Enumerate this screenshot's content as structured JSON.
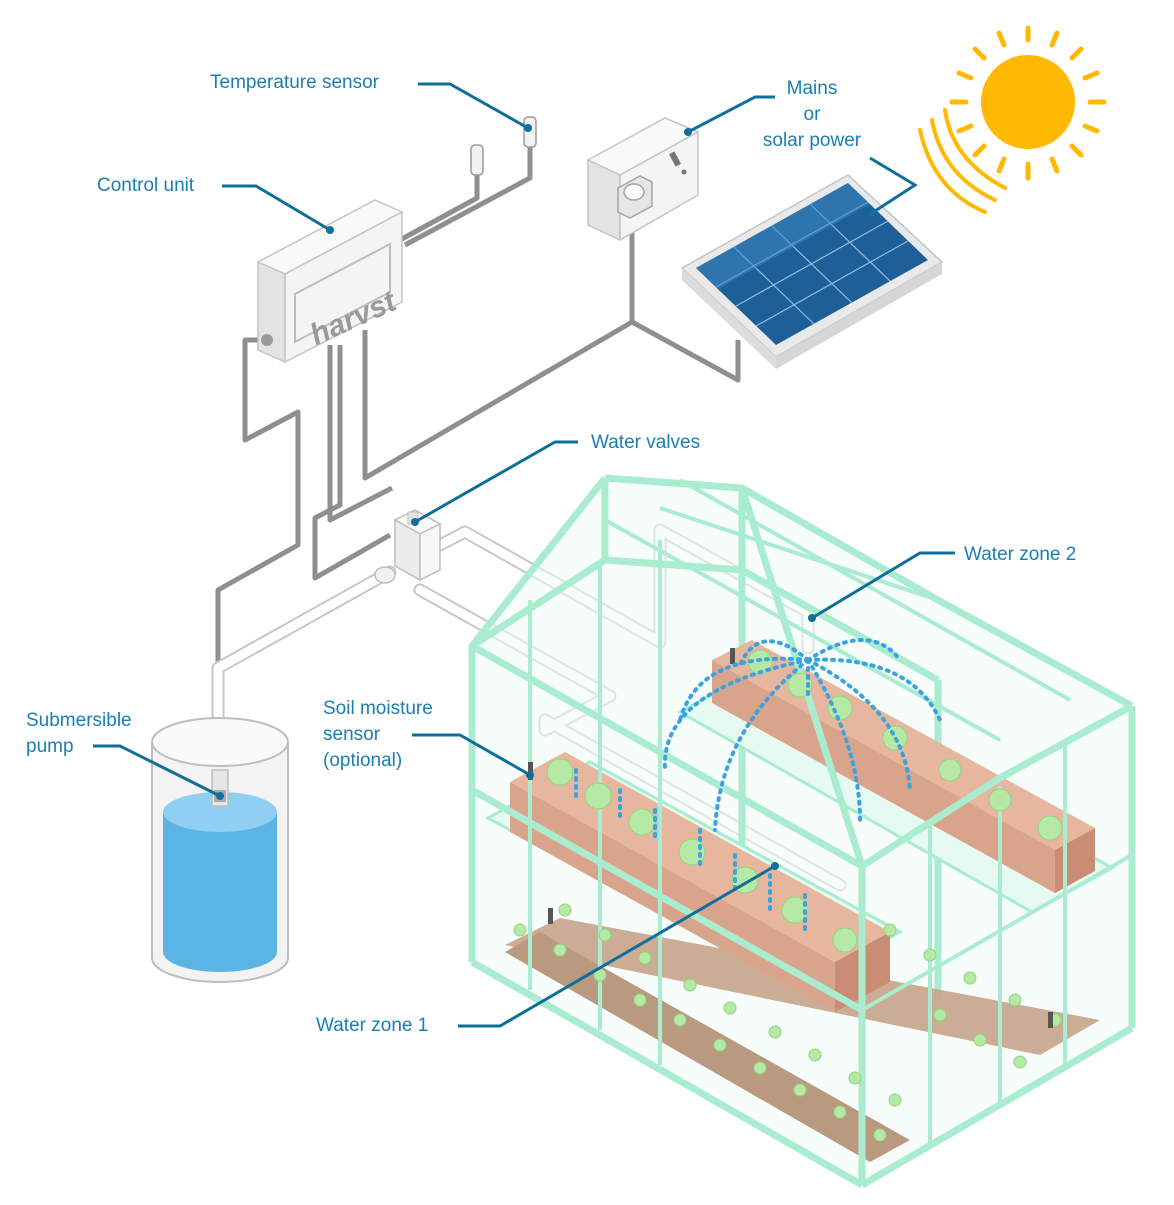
{
  "labels": {
    "temperature_sensor": "Temperature sensor",
    "control_unit": "Control unit",
    "power_line1": "Mains",
    "power_line2": "or",
    "power_line3": "solar power",
    "water_valves": "Water valves",
    "water_zone_2": "Water zone 2",
    "soil_line1": "Soil moisture",
    "soil_line2": "sensor",
    "soil_line3": "(optional)",
    "pump_line1": "Submersible",
    "pump_line2": "pump",
    "water_zone_1": "Water zone 1"
  },
  "control_unit_logo": "harvst",
  "colors": {
    "label_text": "#1a7fb0",
    "leader_line": "#0f6f9a",
    "cable": "#8f8f8f",
    "pipe_edge": "#c7c7c7",
    "greenhouse_frame": "#a9ecd0",
    "glass": "#e8fbf4",
    "sun": "#ffb900",
    "water": "#5bb4e6",
    "spray": "#3aa3e0",
    "soil_bed": "#d9a48c",
    "plant": "#b7e9a6",
    "solar_cell": "#1d5f96"
  }
}
